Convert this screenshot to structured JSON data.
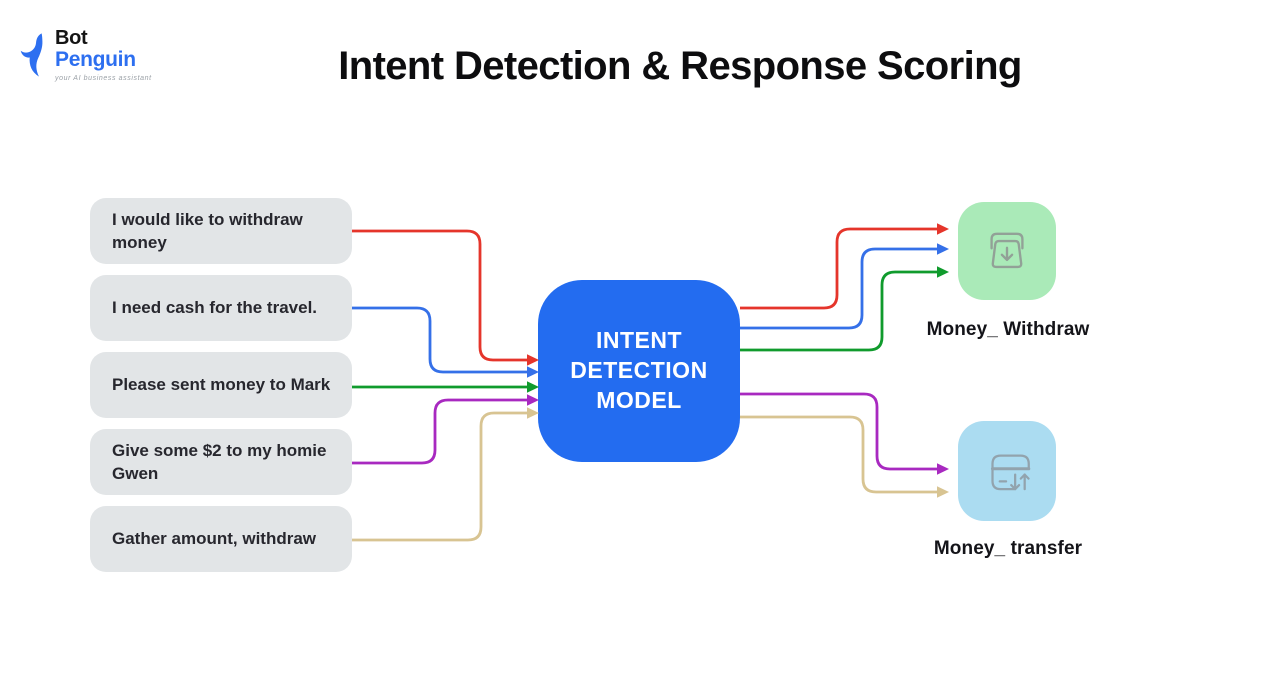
{
  "logo": {
    "brand_top": "Bot",
    "brand_bottom": "Penguin",
    "tagline": "your AI business assistant",
    "brand_blue": "#2d6ff0"
  },
  "title": "Intent Detection & Response Scoring",
  "utterances": [
    {
      "id": "utterance-1",
      "text": "I would like to withdraw money"
    },
    {
      "id": "utterance-2",
      "text": "I need cash for the travel."
    },
    {
      "id": "utterance-3",
      "text": "Please sent money to Mark"
    },
    {
      "id": "utterance-4",
      "text": "Give some $2 to my homie Gwen"
    },
    {
      "id": "utterance-5",
      "text": "Gather amount, withdraw"
    }
  ],
  "model": {
    "lines": [
      "INTENT",
      "DETECTION",
      "MODEL"
    ],
    "bg": "#236cf0"
  },
  "intents": [
    {
      "id": "money-withdraw",
      "label": "Money_ Withdraw",
      "bg": "#aaeab8",
      "icon": "atm-withdraw-icon",
      "icon_stroke": "#92a197"
    },
    {
      "id": "money-transfer",
      "label": "Money_ transfer",
      "bg": "#abdcf1",
      "icon": "card-transfer-icon",
      "icon_stroke": "#92a3ad"
    }
  ],
  "connections": [
    {
      "from": "utterance-1",
      "to": "model",
      "color": "#e5352b"
    },
    {
      "from": "utterance-2",
      "to": "model",
      "color": "#3570e8"
    },
    {
      "from": "utterance-3",
      "to": "model",
      "color": "#109b2d"
    },
    {
      "from": "utterance-4",
      "to": "model",
      "color": "#a829c0"
    },
    {
      "from": "utterance-5",
      "to": "model",
      "color": "#d8c492"
    },
    {
      "from": "model",
      "to": "money-withdraw",
      "color": "#e5352b"
    },
    {
      "from": "model",
      "to": "money-withdraw",
      "color": "#3570e8"
    },
    {
      "from": "model",
      "to": "money-withdraw",
      "color": "#109b2d"
    },
    {
      "from": "model",
      "to": "money-transfer",
      "color": "#a829c0"
    },
    {
      "from": "model",
      "to": "money-transfer",
      "color": "#d8c492"
    }
  ]
}
